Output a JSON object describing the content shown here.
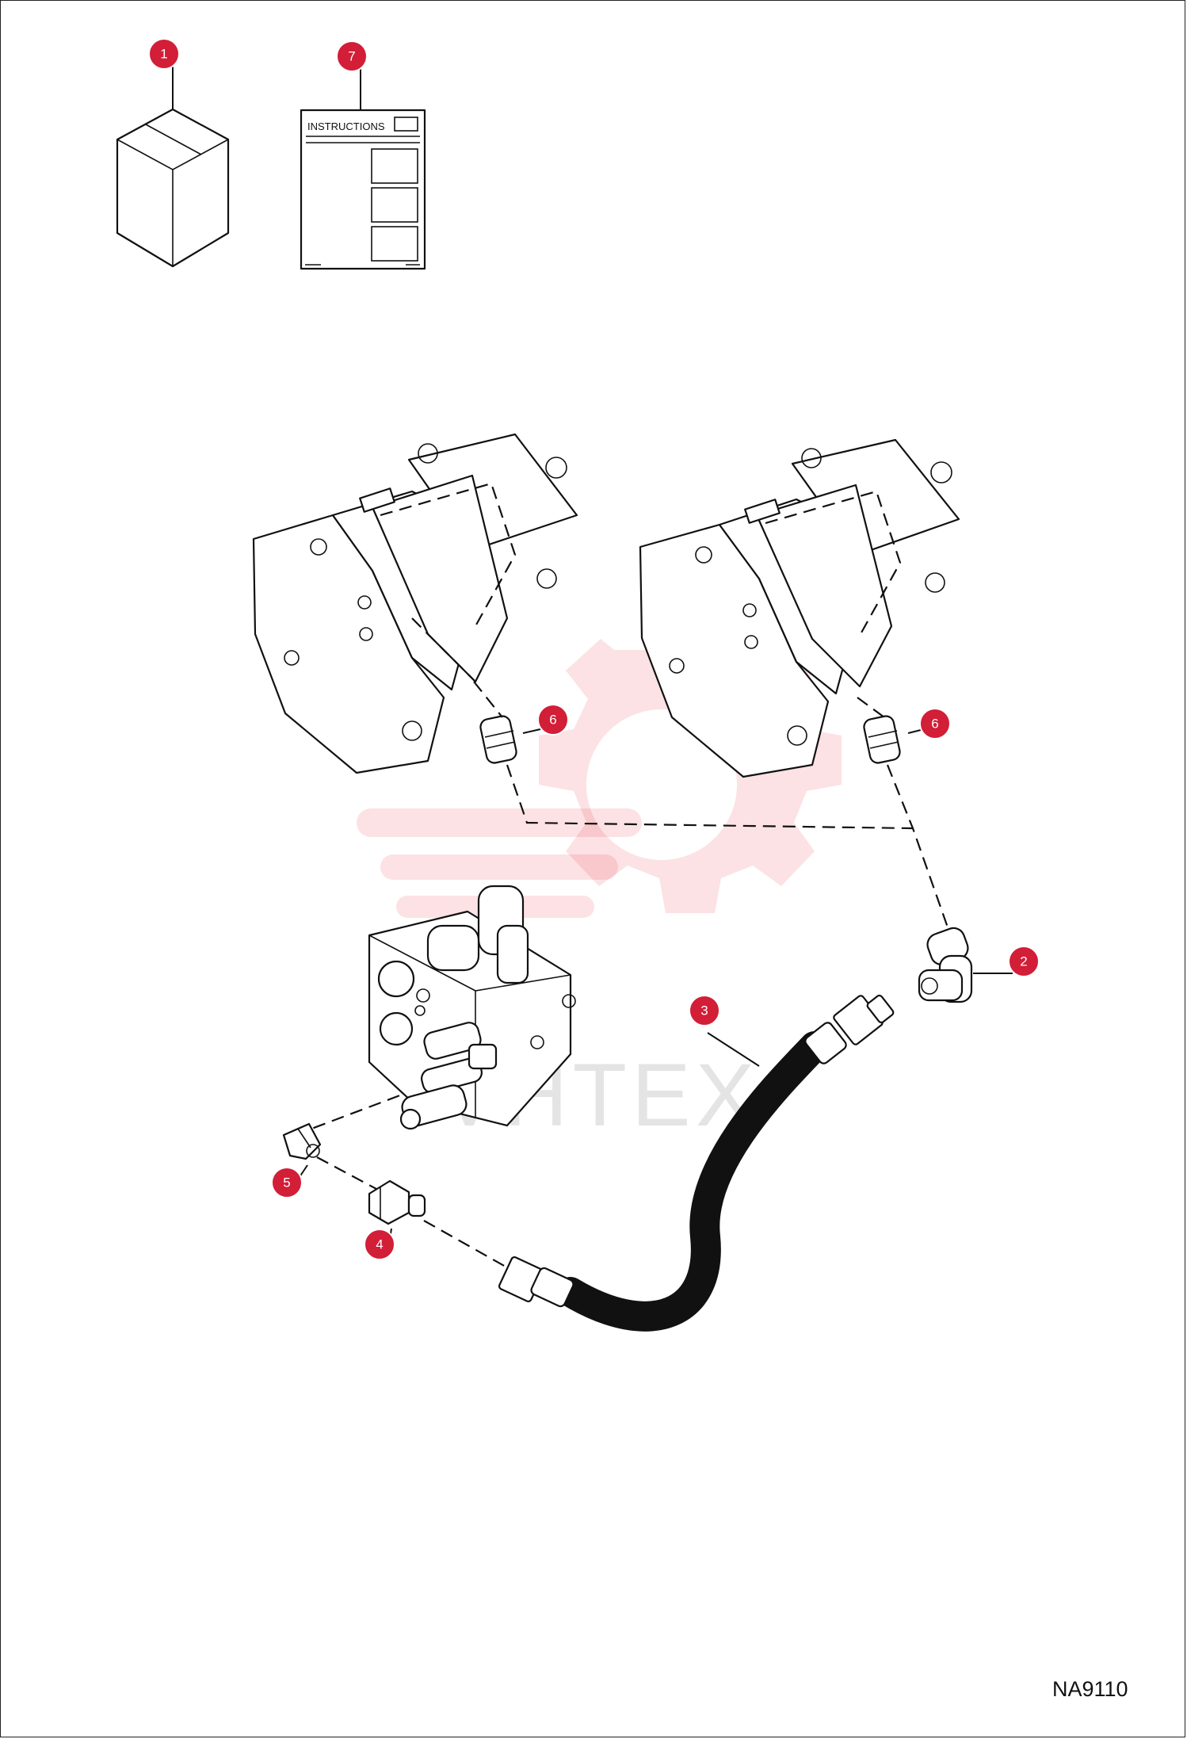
{
  "drawing_code": "NA9110",
  "instructions_label": "INSTRUCTIONS",
  "watermark_text": "VHTEX",
  "callouts": [
    {
      "id": "box",
      "label": "1"
    },
    {
      "id": "instructions",
      "label": "7"
    },
    {
      "id": "fitting-left",
      "label": "6"
    },
    {
      "id": "fitting-right",
      "label": "6"
    },
    {
      "id": "elbow",
      "label": "2"
    },
    {
      "id": "hose",
      "label": "3"
    },
    {
      "id": "valve-elbow",
      "label": "5"
    },
    {
      "id": "adapter",
      "label": "4"
    }
  ],
  "colors": {
    "callout": "#d21e37",
    "watermark": "#e8202e",
    "line": "#111111"
  }
}
